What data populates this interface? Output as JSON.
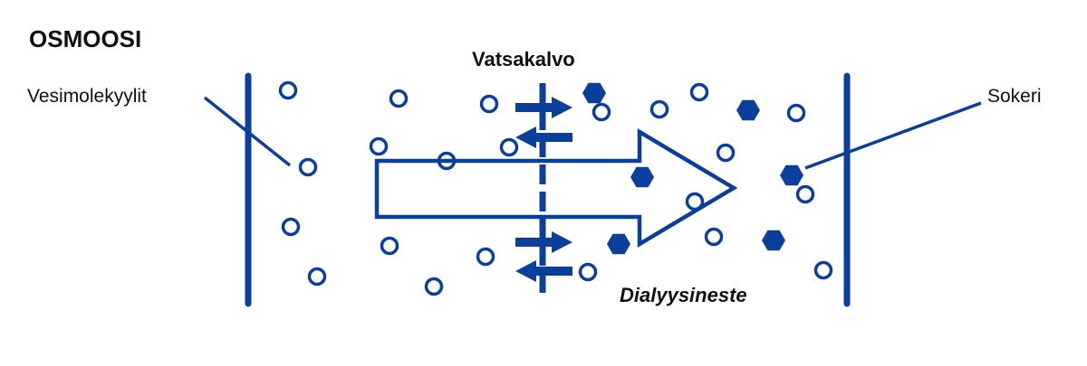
{
  "title": "OSMOOSI",
  "labels": {
    "membrane": "Vatsakalvo",
    "water_molecules": "Vesimolekyylit",
    "sugar": "Sokeri",
    "dialysis_fluid": "Dialyysineste"
  },
  "colors": {
    "primary": "#0a3f9c",
    "text": "#111111",
    "background": "#ffffff"
  },
  "icons": {
    "water_molecule": "ring-icon",
    "sugar_molecule": "hexagon-icon",
    "flow_arrow": "outline-arrow-icon"
  }
}
